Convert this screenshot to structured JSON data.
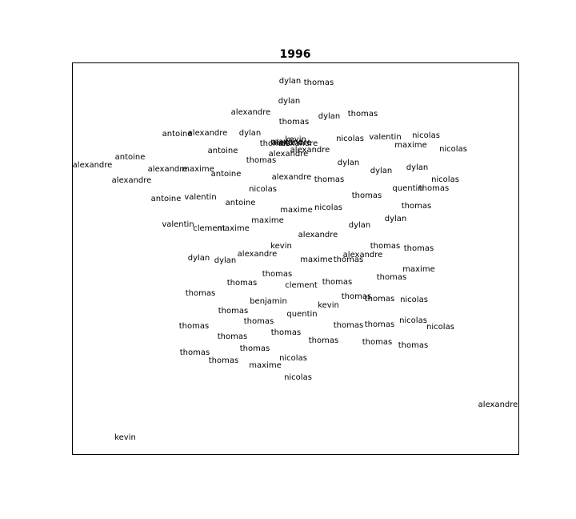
{
  "chart_data": {
    "type": "scatter",
    "title": "1996",
    "xlabel": "",
    "ylabel": "",
    "axes_visible": false,
    "grid": false,
    "xlim": [
      0,
      558
    ],
    "ylim": [
      0,
      489
    ],
    "points": [
      {
        "label": "dylan",
        "x": 272,
        "y": 467
      },
      {
        "label": "thomas",
        "x": 308,
        "y": 465
      },
      {
        "label": "dylan",
        "x": 271,
        "y": 442
      },
      {
        "label": "alexandre",
        "x": 223,
        "y": 428
      },
      {
        "label": "dylan",
        "x": 321,
        "y": 423
      },
      {
        "label": "thomas",
        "x": 363,
        "y": 426
      },
      {
        "label": "thomas",
        "x": 277,
        "y": 416
      },
      {
        "label": "antoine",
        "x": 131,
        "y": 401
      },
      {
        "label": "alexandre",
        "x": 169,
        "y": 402
      },
      {
        "label": "dylan",
        "x": 222,
        "y": 402
      },
      {
        "label": "nicolas",
        "x": 347,
        "y": 395
      },
      {
        "label": "valentin",
        "x": 391,
        "y": 397
      },
      {
        "label": "nicolas",
        "x": 442,
        "y": 399
      },
      {
        "label": "kevin",
        "x": 279,
        "y": 394
      },
      {
        "label": "thomas",
        "x": 253,
        "y": 389
      },
      {
        "label": "maxime",
        "x": 268,
        "y": 391
      },
      {
        "label": "alexandre",
        "x": 274,
        "y": 390
      },
      {
        "label": "alexandre",
        "x": 282,
        "y": 389
      },
      {
        "label": "maxime",
        "x": 423,
        "y": 387
      },
      {
        "label": "nicolas",
        "x": 476,
        "y": 382
      },
      {
        "label": "antoine",
        "x": 188,
        "y": 380
      },
      {
        "label": "alexandre",
        "x": 297,
        "y": 381
      },
      {
        "label": "alexandre",
        "x": 270,
        "y": 376
      },
      {
        "label": "antoine",
        "x": 72,
        "y": 372
      },
      {
        "label": "thomas",
        "x": 236,
        "y": 368
      },
      {
        "label": "alexandre",
        "x": 25,
        "y": 362
      },
      {
        "label": "dylan",
        "x": 345,
        "y": 365
      },
      {
        "label": "dylan",
        "x": 431,
        "y": 359
      },
      {
        "label": "alexandre",
        "x": 119,
        "y": 357
      },
      {
        "label": "maxime",
        "x": 157,
        "y": 357
      },
      {
        "label": "dylan",
        "x": 386,
        "y": 355
      },
      {
        "label": "antoine",
        "x": 192,
        "y": 351
      },
      {
        "label": "alexandre",
        "x": 274,
        "y": 347
      },
      {
        "label": "thomas",
        "x": 321,
        "y": 344
      },
      {
        "label": "nicolas",
        "x": 466,
        "y": 344
      },
      {
        "label": "alexandre",
        "x": 74,
        "y": 343
      },
      {
        "label": "nicolas",
        "x": 238,
        "y": 332
      },
      {
        "label": "quentin",
        "x": 419,
        "y": 333
      },
      {
        "label": "thomas",
        "x": 452,
        "y": 333
      },
      {
        "label": "thomas",
        "x": 368,
        "y": 324
      },
      {
        "label": "antoine",
        "x": 117,
        "y": 320
      },
      {
        "label": "valentin",
        "x": 160,
        "y": 322
      },
      {
        "label": "antoine",
        "x": 210,
        "y": 315
      },
      {
        "label": "thomas",
        "x": 430,
        "y": 311
      },
      {
        "label": "nicolas",
        "x": 320,
        "y": 309
      },
      {
        "label": "maxime",
        "x": 280,
        "y": 306
      },
      {
        "label": "maxime",
        "x": 244,
        "y": 293
      },
      {
        "label": "dylan",
        "x": 404,
        "y": 295
      },
      {
        "label": "dylan",
        "x": 359,
        "y": 287
      },
      {
        "label": "valentin",
        "x": 132,
        "y": 288
      },
      {
        "label": "clement",
        "x": 171,
        "y": 283
      },
      {
        "label": "maxime",
        "x": 201,
        "y": 283
      },
      {
        "label": "alexandre",
        "x": 307,
        "y": 275
      },
      {
        "label": "kevin",
        "x": 261,
        "y": 261
      },
      {
        "label": "thomas",
        "x": 391,
        "y": 261
      },
      {
        "label": "thomas",
        "x": 433,
        "y": 258
      },
      {
        "label": "alexandre",
        "x": 231,
        "y": 251
      },
      {
        "label": "alexandre",
        "x": 363,
        "y": 250
      },
      {
        "label": "dylan",
        "x": 158,
        "y": 246
      },
      {
        "label": "dylan",
        "x": 191,
        "y": 243
      },
      {
        "label": "maxime",
        "x": 305,
        "y": 244
      },
      {
        "label": "thomas",
        "x": 345,
        "y": 244
      },
      {
        "label": "maxime",
        "x": 433,
        "y": 232
      },
      {
        "label": "thomas",
        "x": 256,
        "y": 226
      },
      {
        "label": "thomas",
        "x": 399,
        "y": 222
      },
      {
        "label": "thomas",
        "x": 212,
        "y": 215
      },
      {
        "label": "clement",
        "x": 286,
        "y": 212
      },
      {
        "label": "thomas",
        "x": 331,
        "y": 216
      },
      {
        "label": "thomas",
        "x": 160,
        "y": 202
      },
      {
        "label": "thomas",
        "x": 355,
        "y": 198
      },
      {
        "label": "thomas",
        "x": 384,
        "y": 195
      },
      {
        "label": "nicolas",
        "x": 427,
        "y": 194
      },
      {
        "label": "benjamin",
        "x": 245,
        "y": 192
      },
      {
        "label": "kevin",
        "x": 320,
        "y": 187
      },
      {
        "label": "thomas",
        "x": 201,
        "y": 180
      },
      {
        "label": "quentin",
        "x": 287,
        "y": 176
      },
      {
        "label": "thomas",
        "x": 233,
        "y": 167
      },
      {
        "label": "nicolas",
        "x": 426,
        "y": 168
      },
      {
        "label": "thomas",
        "x": 152,
        "y": 161
      },
      {
        "label": "thomas",
        "x": 345,
        "y": 162
      },
      {
        "label": "thomas",
        "x": 384,
        "y": 163
      },
      {
        "label": "nicolas",
        "x": 460,
        "y": 160
      },
      {
        "label": "thomas",
        "x": 267,
        "y": 153
      },
      {
        "label": "thomas",
        "x": 200,
        "y": 148
      },
      {
        "label": "thomas",
        "x": 314,
        "y": 143
      },
      {
        "label": "thomas",
        "x": 381,
        "y": 141
      },
      {
        "label": "thomas",
        "x": 426,
        "y": 137
      },
      {
        "label": "thomas",
        "x": 228,
        "y": 133
      },
      {
        "label": "thomas",
        "x": 153,
        "y": 128
      },
      {
        "label": "nicolas",
        "x": 276,
        "y": 121
      },
      {
        "label": "thomas",
        "x": 189,
        "y": 118
      },
      {
        "label": "maxime",
        "x": 241,
        "y": 112
      },
      {
        "label": "nicolas",
        "x": 282,
        "y": 97
      },
      {
        "label": "alexandre",
        "x": 532,
        "y": 63
      },
      {
        "label": "kevin",
        "x": 66,
        "y": 22
      }
    ]
  }
}
